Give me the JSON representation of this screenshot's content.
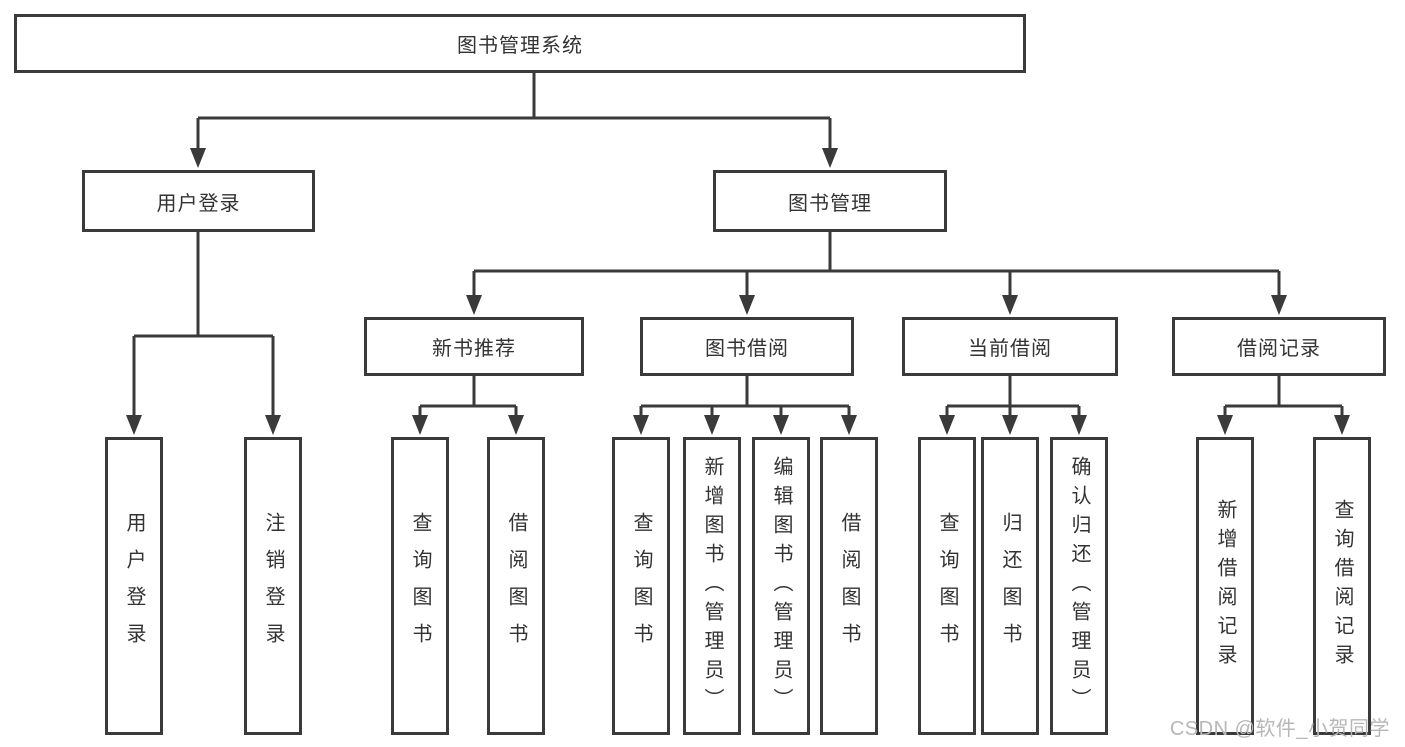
{
  "nodes": {
    "root": "图书管理系统",
    "userLogin": {
      "label": "用户登录",
      "children": [
        "用户登录",
        "注销登录"
      ]
    },
    "bookMgmt": {
      "label": "图书管理",
      "sections": {
        "newBooks": {
          "label": "新书推荐",
          "children": [
            "查询图书",
            "借阅图书"
          ]
        },
        "borrow": {
          "label": "图书借阅",
          "children": [
            "查询图书",
            "新增图书（管理员）",
            "编辑图书（管理员）",
            "借阅图书"
          ]
        },
        "current": {
          "label": "当前借阅",
          "children": [
            "查询图书",
            "归还图书",
            "确认归还（管理员）"
          ]
        },
        "records": {
          "label": "借阅记录",
          "children": [
            "新增借阅记录",
            "查询借阅记录"
          ]
        }
      }
    }
  },
  "watermark": "CSDN @软件_小贺同学",
  "colors": {
    "line": "#3a3a3a",
    "text": "#333333",
    "watermark": "#b7b7b7",
    "background": "#ffffff"
  }
}
